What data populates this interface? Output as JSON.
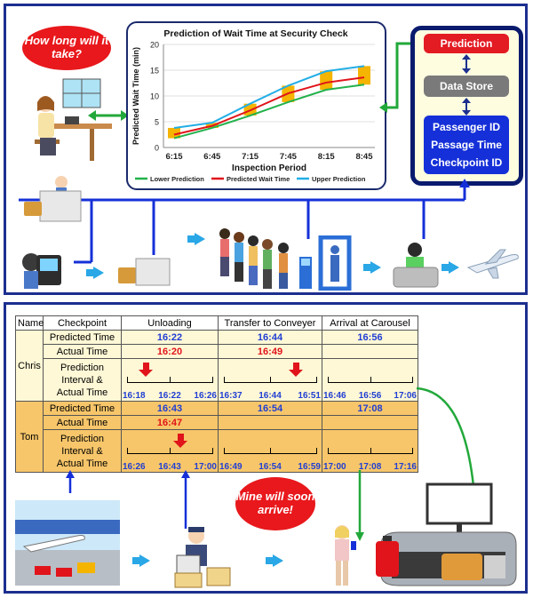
{
  "top": {
    "bubble": "How long will it take?",
    "system": {
      "prediction": "Prediction",
      "data_store": "Data Store",
      "ids": [
        "Passenger ID",
        "Passage Time",
        "Checkpoint ID"
      ]
    }
  },
  "chart_data": {
    "type": "line",
    "title": "Prediction of Wait Time at Security Check",
    "xlabel": "Inspection Period",
    "ylabel": "Predicted Wait Time (min)",
    "categories": [
      "6:15",
      "6:45",
      "7:15",
      "7:45",
      "8:15",
      "8:45"
    ],
    "ylim": [
      0,
      20
    ],
    "yticks": [
      "0",
      "5",
      "10",
      "15",
      "20"
    ],
    "series": [
      {
        "name": "Lower Prediction",
        "color": "#22b14c",
        "values": [
          1.8,
          3.8,
          6.2,
          8.8,
          11.2,
          12.2
        ]
      },
      {
        "name": "Predicted Wait Time",
        "color": "#e0141a",
        "values": [
          2.5,
          4.2,
          7.2,
          10.5,
          12.6,
          13.6
        ]
      },
      {
        "name": "Upper Prediction",
        "color": "#22aee6",
        "values": [
          3.8,
          4.8,
          8.5,
          12.0,
          14.8,
          15.8
        ]
      }
    ],
    "bars_color": "#f4b400"
  },
  "bottom": {
    "bubble": "Mine will soon arrive!",
    "headers": [
      "Name",
      "Checkpoint",
      "Unloading",
      "Transfer to Conveyer",
      "Arrival at Carousel"
    ],
    "row_labels": {
      "predicted": "Predicted Time",
      "actual": "Actual Time",
      "interval": [
        "Prediction",
        "Interval &",
        "Actual Time"
      ]
    },
    "passengers": [
      {
        "name": "Chris",
        "predicted": [
          "16:22",
          "16:44",
          "16:56"
        ],
        "actual": [
          "16:20",
          "16:49",
          ""
        ],
        "intervals": [
          [
            "16:18",
            "16:22",
            "16:26"
          ],
          [
            "16:37",
            "16:44",
            "16:51"
          ],
          [
            "16:46",
            "16:56",
            "17:06"
          ]
        ],
        "arrow_pos": [
          0.22,
          0.78,
          null
        ]
      },
      {
        "name": "Tom",
        "predicted": [
          "16:43",
          "16:54",
          "17:08"
        ],
        "actual": [
          "16:47",
          "",
          ""
        ],
        "intervals": [
          [
            "16:26",
            "16:43",
            "17:00"
          ],
          [
            "16:49",
            "16:54",
            "16:59"
          ],
          [
            "17:00",
            "17:08",
            "17:16"
          ]
        ],
        "arrow_pos": [
          0.62,
          null,
          null
        ]
      }
    ]
  }
}
